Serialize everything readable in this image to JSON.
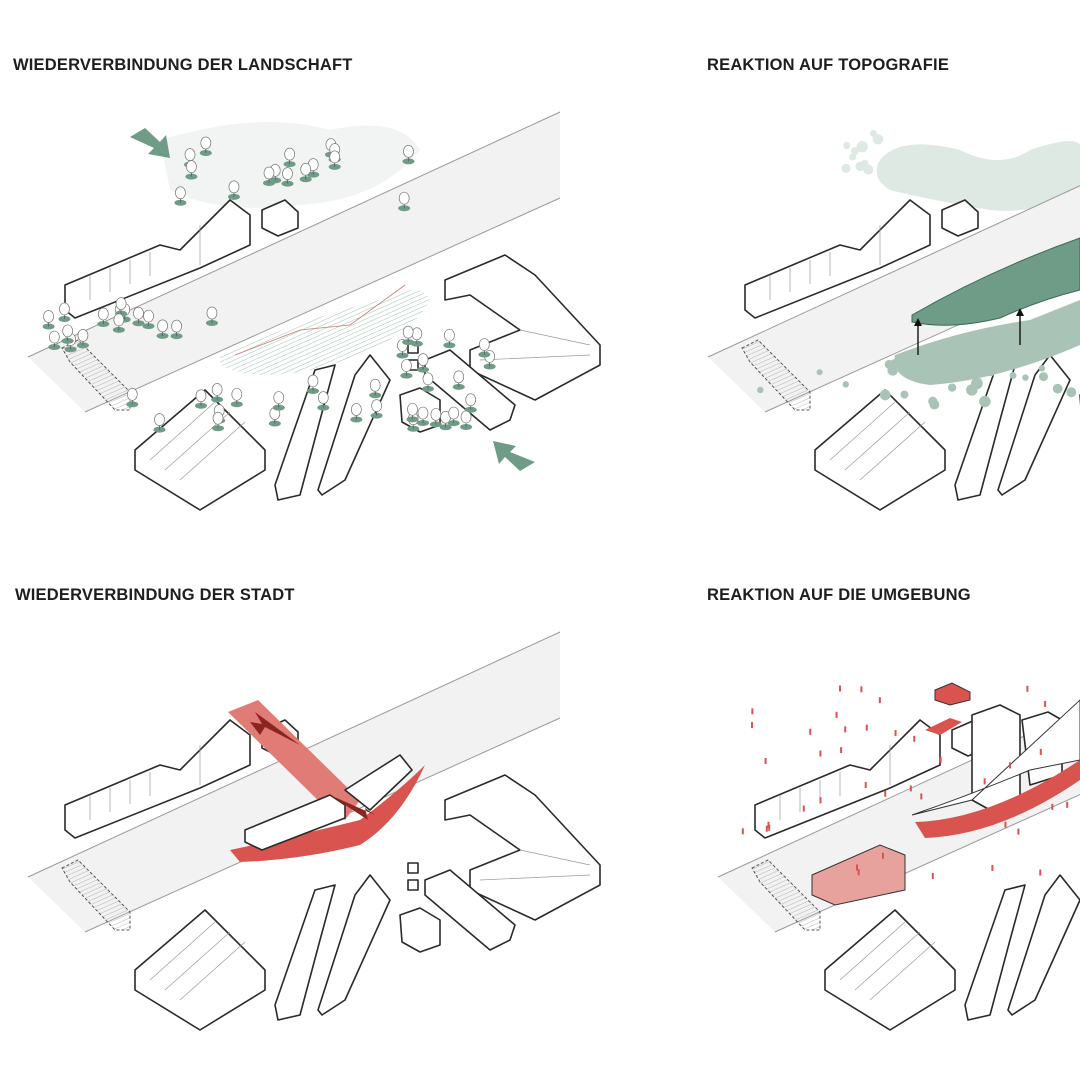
{
  "panels": [
    {
      "title": "WIEDERVERBINDUNG DER LANDSCHAFT",
      "theme": "landscape"
    },
    {
      "title": "REAKTION AUF TOPOGRAFIE",
      "theme": "topography"
    },
    {
      "title": "WIEDERVERBINDUNG DER STADT",
      "theme": "city"
    },
    {
      "title": "REAKTION AUF DIE UMGEBUNG",
      "theme": "surroundings"
    }
  ],
  "colors": {
    "green": "#6f9c86",
    "green_light": "#dfe9e4",
    "red": "#d9534f",
    "red_light": "#f6dcda",
    "line": "#2a2a2a"
  }
}
